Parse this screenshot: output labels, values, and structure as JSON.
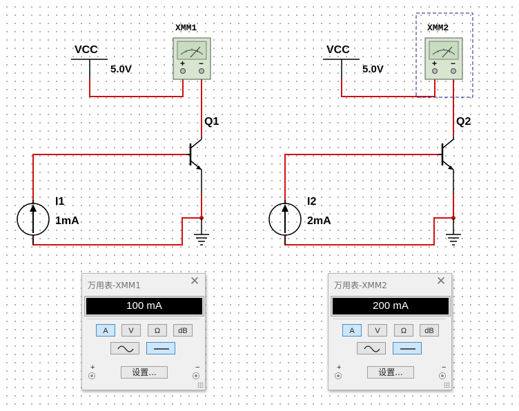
{
  "circuits": [
    {
      "vcc_label": "VCC",
      "vcc_value": "5.0V",
      "meter_label": "XMM1",
      "transistor_label": "Q1",
      "source_label": "I1",
      "source_value": "1mA"
    },
    {
      "vcc_label": "VCC",
      "vcc_value": "5.0V",
      "meter_label": "XMM2",
      "transistor_label": "Q2",
      "source_label": "I2",
      "source_value": "2mA"
    }
  ],
  "meter_symbol": {
    "plus": "+",
    "minus": "−"
  },
  "panels": [
    {
      "title": "万用表-XMM1",
      "reading": "100 mA",
      "modes": [
        "A",
        "V",
        "Ω",
        "dB"
      ],
      "active_mode": "A",
      "active_wave": "dc",
      "settings_label": "设置...",
      "plus": "+",
      "minus": "−",
      "close": "✕"
    },
    {
      "title": "万用表-XMM2",
      "reading": "200 mA",
      "modes": [
        "A",
        "V",
        "Ω",
        "dB"
      ],
      "active_mode": "A",
      "active_wave": "dc",
      "settings_label": "设置...",
      "plus": "+",
      "minus": "−",
      "close": "✕"
    }
  ],
  "colors": {
    "wire": "#d01010",
    "component": "#000000",
    "meter_face": "#c8dcc0",
    "meter_body": "#d8e6d0",
    "selection": "#1a1a8c",
    "active_button": "#cfe6f8"
  }
}
